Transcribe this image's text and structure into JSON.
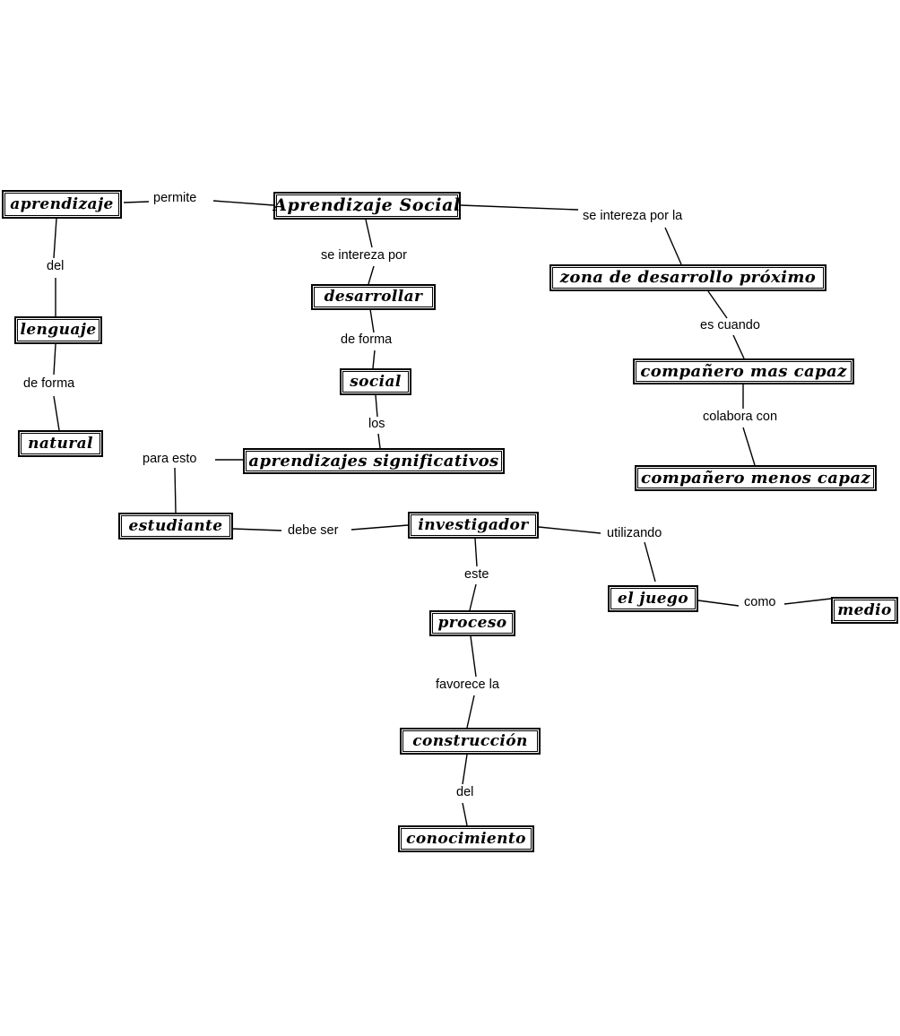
{
  "document": {
    "type": "concept-map",
    "title": "Aprendizaje Social",
    "language": "es",
    "background_color": "#ffffff",
    "line_color": "#000000",
    "text_color": "#000000"
  },
  "nodes": {
    "aprendizaje": "aprendizaje",
    "aprendizaje_social": "Aprendizaje Social",
    "lenguaje": "lenguaje",
    "natural": "natural",
    "desarrollar": "desarrollar",
    "social": "social",
    "aprendizajes_significativos": "aprendizajes significativos",
    "zona_desarrollo_proximo": "zona de desarrollo próximo",
    "companero_mas_capaz": "compañero mas capaz",
    "companero_menos_capaz": "compañero menos capaz",
    "estudiante": "estudiante",
    "investigador": "investigador",
    "el_juego": "el juego",
    "medio": "medio",
    "proceso": "proceso",
    "construccion": "construcción",
    "conocimiento": "conocimiento"
  },
  "link_labels": {
    "permite": "permite",
    "del_lenguaje": "del",
    "de_forma_natural": "de forma",
    "se_interesa_por": "se intereza por",
    "de_forma_social": "de forma",
    "los": "los",
    "se_interesa_por_la": "se intereza por la",
    "es_cuando": "es cuando",
    "colabora_con": "colabora con",
    "para_esto": "para esto",
    "debe_ser": "debe ser",
    "utilizando": "utilizando",
    "como": "como",
    "este": "este",
    "favorece_la": "favorece la",
    "del_conocimiento": "del"
  },
  "propositions": [
    "aprendizaje — permite — Aprendizaje Social",
    "aprendizaje — del — lenguaje",
    "lenguaje — de forma — natural",
    "Aprendizaje Social — se intereza por — desarrollar",
    "desarrollar — de forma — social",
    "social — los — aprendizajes significativos",
    "Aprendizaje Social — se intereza por la — zona de desarrollo próximo",
    "zona de desarrollo próximo — es cuando — compañero mas capaz",
    "compañero mas capaz — colabora con — compañero menos capaz",
    "aprendizajes significativos — para esto — estudiante",
    "estudiante — debe ser — investigador",
    "investigador — utilizando — el juego",
    "el juego — como — medio",
    "investigador — este — proceso",
    "proceso — favorece la — construcción",
    "construcción — del — conocimiento"
  ]
}
